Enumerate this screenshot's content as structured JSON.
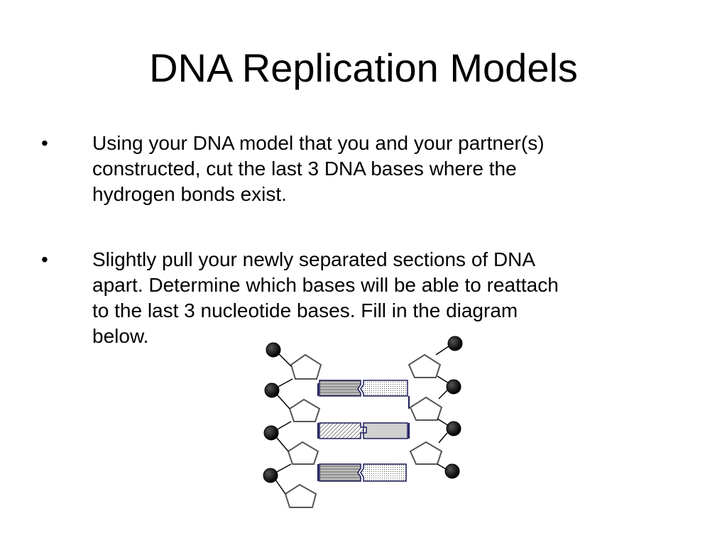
{
  "slide": {
    "title": "DNA Replication Models"
  },
  "bullets": [
    {
      "marker": "•",
      "lines": [
        "Using your DNA model that you and your partner(s)",
        "constructed, cut the last 3 DNA bases where the",
        "hydrogen bonds exist."
      ]
    },
    {
      "marker": "•",
      "lines": [
        "Slightly pull your newly separated sections of DNA",
        "apart. Determine which bases will be able to reattach",
        "to the last 3 nucleotide bases. Fill in the diagram",
        "below."
      ]
    }
  ],
  "diagram": {
    "description_icon": "dna-ladder-diagram",
    "colors": {
      "stroke": "#333333",
      "base_outline": "#1a1a5a",
      "phosphate_fill": "#000000",
      "base_fill_light": "#d0d0d0",
      "sugar_fill": "#ffffff"
    }
  }
}
